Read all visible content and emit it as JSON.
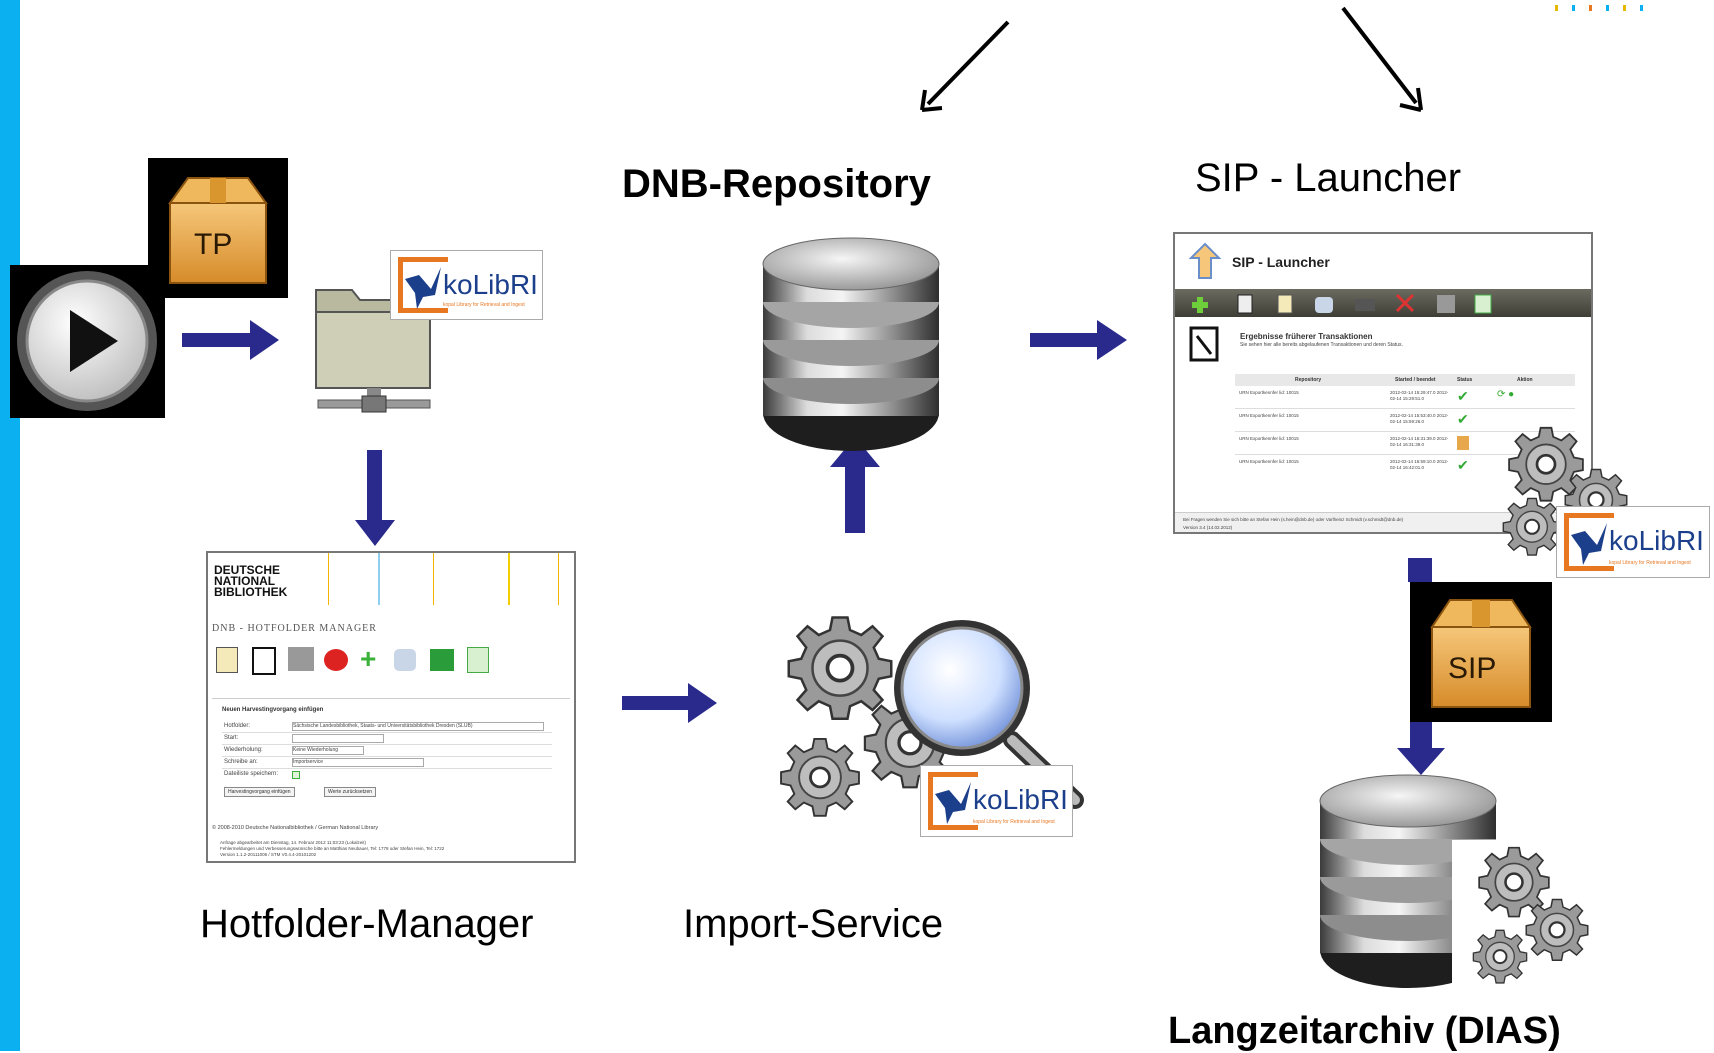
{
  "labels": {
    "dnb_repository": "DNB-Repository",
    "sip_launcher": "SIP - Launcher",
    "hotfolder_manager": "Hotfolder-Manager",
    "import_service": "Import-Service",
    "langzeitarchiv": "Langzeitarchiv (DIAS)"
  },
  "badges": {
    "tp": "TP",
    "sip": "SIP"
  },
  "kolibri": {
    "name": "koLibRI",
    "tagline": "kopal Library for Retrieval and Ingest"
  },
  "sip_screen": {
    "title": "SIP - Launcher",
    "section_title": "Ergebnisse früherer Transaktionen",
    "section_sub": "Sie sehen hier alle bereits abgelaufenen Transaktionen und deren Status.",
    "columns": [
      "Repository",
      "Started / beendet",
      "Status",
      "Aktion"
    ],
    "rows": [
      {
        "repo": "URN Exportkennfer lid: 10015",
        "time": "2012-02-14 15:29:47.0 2012-02-14 15:29:51.0"
      },
      {
        "repo": "URN Exportkennfer lid: 10015",
        "time": "2012-02-14 15:53:40.0 2012-02-14 15:59:26.0"
      },
      {
        "repo": "URN Exportkennfer lid: 10015",
        "time": "2012-02-14 16:31:39.0 2012-02-14 16:31:39.0"
      },
      {
        "repo": "URN Exportkennfer lid: 10015",
        "time": "2012-02-14 16:59:10.0 2012-02-14 16:42:01.0"
      }
    ],
    "footer": "Bei Fragen wenden Sie sich bitte an Stefan Hein (s.hein@dnb.de) oder Varlheinz Schmidt (v.schmidt@dnb.de)",
    "version": "Version 3.4 (14.02.2012)"
  },
  "hotfolder_screen": {
    "logo_lines": [
      "DEUTSCHE",
      "NATIONAL",
      "BIBLIOTHEK"
    ],
    "title": "DNB - HOTFOLDER MANAGER",
    "form_title": "Neuen Harvestingvorgang einfügen",
    "fields": [
      {
        "label": "Hotfolder:",
        "value": "Sächsische Landesbibliothek, Staats- und Universitätsbibliothek Dresden (SLUB)"
      },
      {
        "label": "Start:",
        "value": ""
      },
      {
        "label": "Wiederholung:",
        "value": "Keine Wiederholung"
      },
      {
        "label": "Schreibe an:",
        "value": "Importservice"
      },
      {
        "label": "Dateiliste speichern:",
        "value": ""
      }
    ],
    "btn_add": "Harvestingvorgang einfügen",
    "btn_reset": "Werte zurücksetzen",
    "copyright": "© 2008-2010 Deutsche Nationalbibliothek / German National Library",
    "footer_lines": [
      "Anfrage abgearbeitet am Dienstag, 14. Februar 2012 11:03:23 (Lokalzeit)",
      "Fehlermeldungen und Verbesserungswünsche bitte an Matthias Neubauer, Tel: 1778 oder Stefan Hein, Tel: 1722",
      "Version 1.1.2-20111006 / STM V0.4.4-20101202"
    ]
  },
  "colors": {
    "accent_bar": "#0ab0f0",
    "flow_arrow": "#2a2a8c",
    "kolibri_orange": "#e87722",
    "kolibri_blue": "#1c3f8c"
  }
}
